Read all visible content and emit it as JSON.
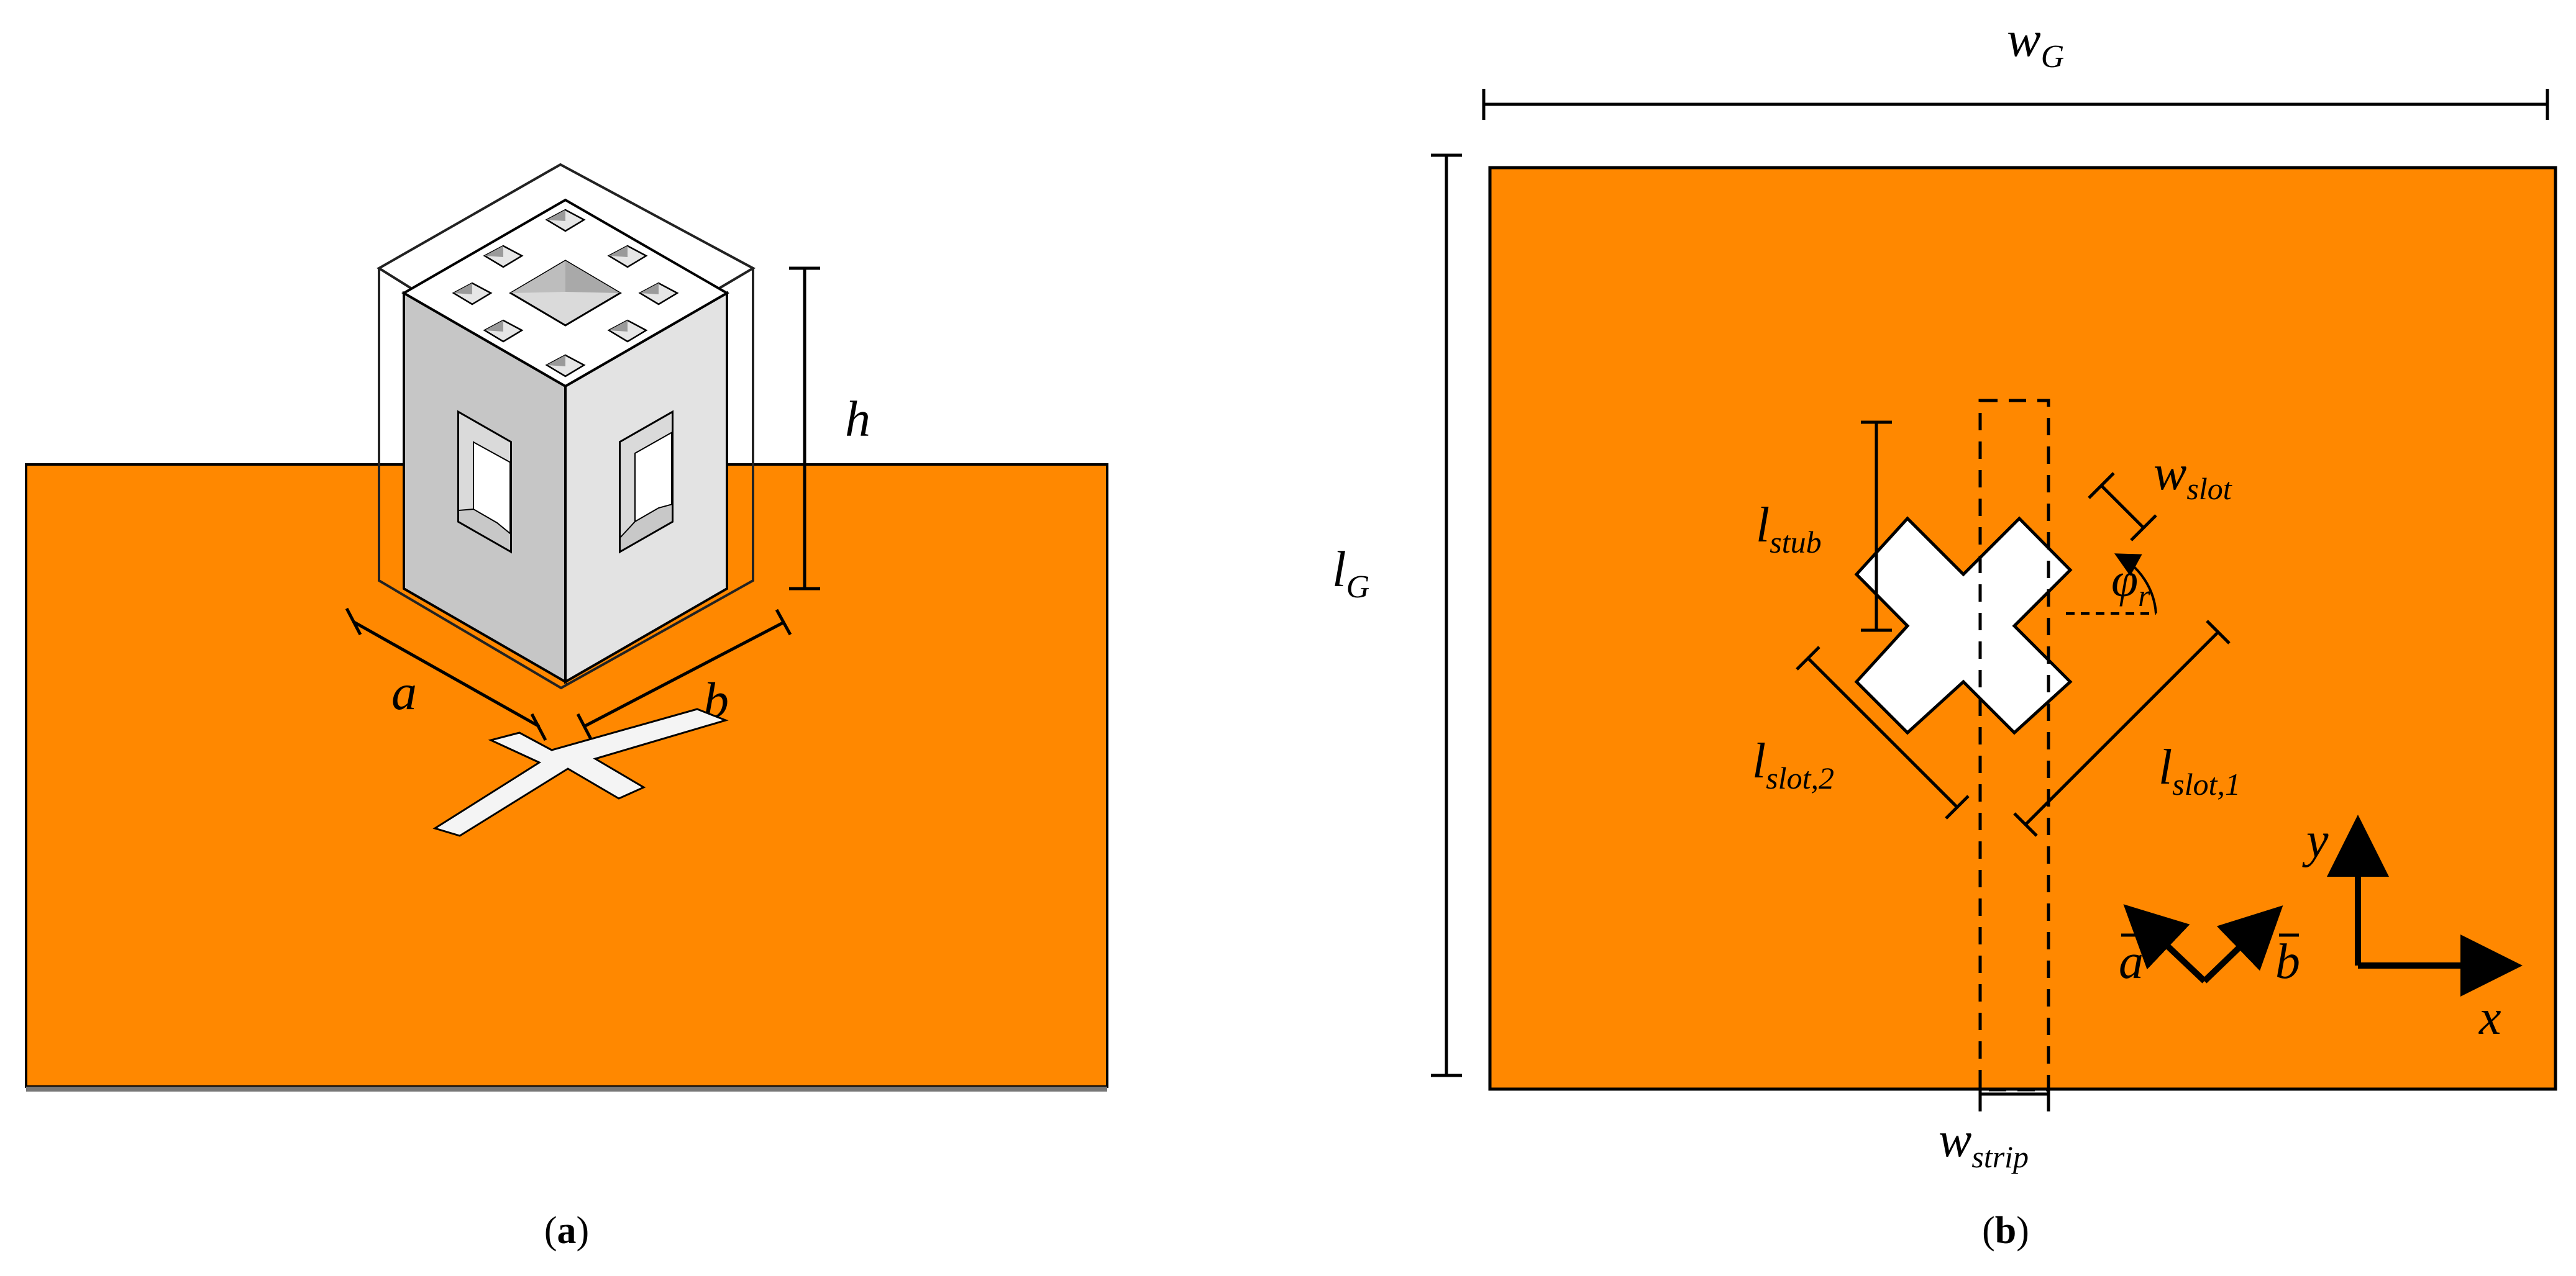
{
  "colors": {
    "ground": "#FF8800",
    "outline": "#000000",
    "face_light": "#E3E3E3",
    "face_dark": "#C6C6C6",
    "top_face": "#FFFFFF"
  },
  "panel_a": {
    "caption_open": "(",
    "caption_letter": "a",
    "caption_close": ")",
    "label_h": "h",
    "label_a": "a",
    "label_b": "b"
  },
  "panel_b": {
    "caption_open": "(",
    "caption_letter": "b",
    "caption_close": ")",
    "wG": {
      "base": "w",
      "sub": "G"
    },
    "lG": {
      "base": "l",
      "sub": "G"
    },
    "lstub": {
      "base": "l",
      "sub": "stub"
    },
    "wslot": {
      "base": "w",
      "sub": "slot"
    },
    "phi": {
      "base": "φ",
      "sub": "r"
    },
    "lslot2": {
      "base": "l",
      "sub": "slot,2"
    },
    "lslot1": {
      "base": "l",
      "sub": "slot,1"
    },
    "wstrip": {
      "base": "w",
      "sub": "strip"
    },
    "vec_a": "a",
    "vec_b": "b",
    "axis_y": "y",
    "axis_x": "x"
  }
}
